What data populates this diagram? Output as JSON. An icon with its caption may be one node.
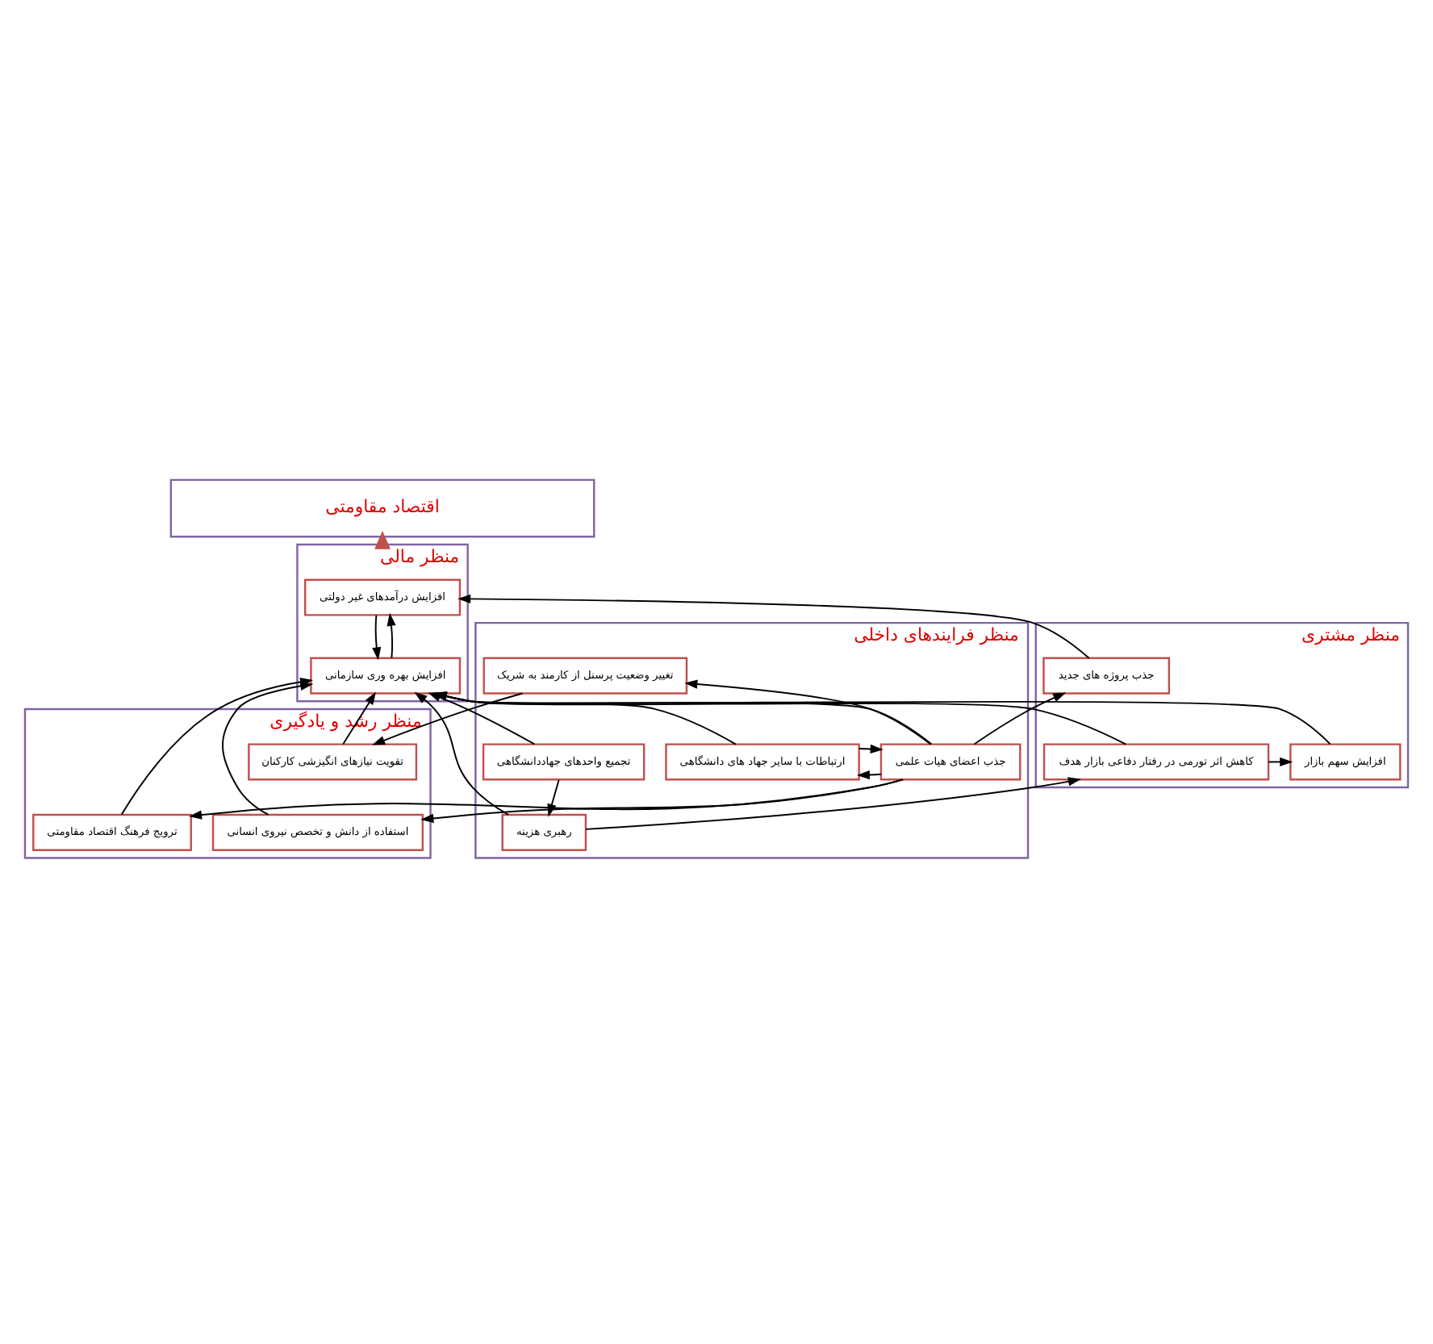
{
  "diagram": {
    "nodes": [
      {
        "text": [
          "اقتصاد مقاومتی"
        ]
      },
      {
        "text": [
          "منظر مالی"
        ]
      },
      {
        "text": [
          "افزایش درآمدهای غیر دولتی"
        ],
        "in": 1
      },
      {
        "text": [
          "افزایش بهره وری سازمانی"
        ],
        "in": 1
      },
      {
        "text": [
          "منظر مشتری"
        ]
      },
      {
        "text": [
          "افزایش سهم بازار"
        ],
        "in": 4
      },
      {
        "text": [
          "کاهش اثر تورمی در رفتار دفاعی بازار هدف"
        ],
        "in": 4
      },
      {
        "text": [
          "جذب پروژه های جدید"
        ],
        "in": 4
      },
      {
        "text": [
          "منظر فرایندهای داخلی"
        ]
      },
      {
        "text": [
          "ارتباطات با سایر جهاد های دانشگاهی"
        ],
        "in": 8
      },
      {
        "text": [
          "تجمیع واحدهای جهاددانشگاهی"
        ],
        "in": 8
      },
      {
        "text": [
          "رهبری هزینه"
        ],
        "in": 8
      },
      {
        "text": [
          "جذب اعضای هیات علمی"
        ],
        "in": 8
      },
      {
        "text": [
          "تغییر وضعیت پرسنل از کارمند به شریک"
        ],
        "in": 8
      },
      {
        "text": [
          "منظر رشد و یادگیری"
        ]
      },
      {
        "text": [
          "استفاده از دانش و تخصص نیروی انسانی"
        ],
        "in": 14
      },
      {
        "text": [
          "ترویج فرهنگ اقتصاد مقاومتی"
        ],
        "in": 14
      },
      {
        "text": [
          "تقویت نیازهای انگیزشی کارکنان"
        ],
        "in": 14
      }
    ],
    "edges": [
      {
        "from": 1,
        "to": 0,
        "arrow": "to",
        "style": "thick",
        "color": "#c0504d"
      },
      {
        "from": 2,
        "to": 3,
        "arrow": "to"
      },
      {
        "from": 3,
        "to": 2,
        "arrow": "to"
      },
      {
        "from": 7,
        "to": 2,
        "arrow": "to"
      },
      {
        "from": 5,
        "to": 3,
        "arrow": "to"
      },
      {
        "from": 6,
        "to": 3,
        "arrow": "to"
      },
      {
        "from": 6,
        "to": 5,
        "arrow": "to"
      },
      {
        "from": 11,
        "to": 6,
        "arrow": "to"
      },
      {
        "from": 11,
        "to": 3,
        "arrow": "to"
      },
      {
        "from": 10,
        "to": 3,
        "arrow": "to"
      },
      {
        "from": 10,
        "to": 11,
        "arrow": "to"
      },
      {
        "from": 12,
        "to": 9,
        "arrow": "to"
      },
      {
        "from": 9,
        "to": 12,
        "arrow": "to"
      },
      {
        "from": 9,
        "to": 3,
        "arrow": "to"
      },
      {
        "from": 12,
        "to": 3,
        "arrow": "to"
      },
      {
        "from": 12,
        "to": 7,
        "arrow": "to"
      },
      {
        "from": 12,
        "to": 13,
        "arrow": "to"
      },
      {
        "from": 12,
        "to": 16,
        "arrow": "to"
      },
      {
        "from": 12,
        "to": 15,
        "arrow": "to"
      },
      {
        "from": 13,
        "to": 17,
        "arrow": "to"
      },
      {
        "from": 15,
        "to": 3,
        "arrow": "to"
      },
      {
        "from": 16,
        "to": 3,
        "arrow": "to"
      },
      {
        "from": 17,
        "to": 3,
        "arrow": "to"
      }
    ]
  }
}
